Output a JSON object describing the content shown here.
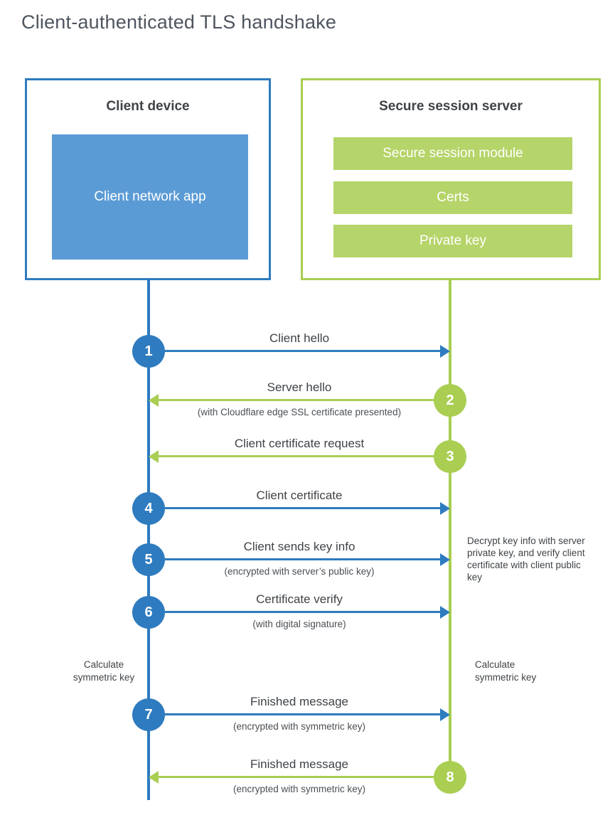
{
  "title": "Client-authenticated TLS handshake",
  "colors": {
    "blue": "#2e7bbf",
    "blue_fill": "#5b9bd5",
    "green": "#a9ce52",
    "green_fill": "#b5d469"
  },
  "client_box": {
    "heading": "Client device",
    "app_label": "Client network app"
  },
  "server_box": {
    "heading": "Secure session server",
    "items": [
      "Secure session module",
      "Certs",
      "Private key"
    ]
  },
  "steps": [
    {
      "num": "1",
      "from": "client",
      "to": "server",
      "label": "Client hello",
      "sub": ""
    },
    {
      "num": "2",
      "from": "server",
      "to": "client",
      "label": "Server hello",
      "sub": "(with Cloudflare edge SSL certificate presented)"
    },
    {
      "num": "3",
      "from": "server",
      "to": "client",
      "label": "Client certificate request",
      "sub": ""
    },
    {
      "num": "4",
      "from": "client",
      "to": "server",
      "label": "Client certificate",
      "sub": ""
    },
    {
      "num": "5",
      "from": "client",
      "to": "server",
      "label": "Client sends key info",
      "sub": "(encrypted with server’s public key)"
    },
    {
      "num": "6",
      "from": "client",
      "to": "server",
      "label": "Certificate verify",
      "sub": "(with digital signature)"
    },
    {
      "num": "7",
      "from": "client",
      "to": "server",
      "label": "Finished message",
      "sub": "(encrypted with symmetric key)"
    },
    {
      "num": "8",
      "from": "server",
      "to": "client",
      "label": "Finished message",
      "sub": "(encrypted with symmetric key)"
    }
  ],
  "notes": {
    "decrypt": "Decrypt key info with server private key, and verify client certificate with client public key",
    "calc_client": "Calculate symmetric key",
    "calc_server": "Calculate symmetric key"
  }
}
